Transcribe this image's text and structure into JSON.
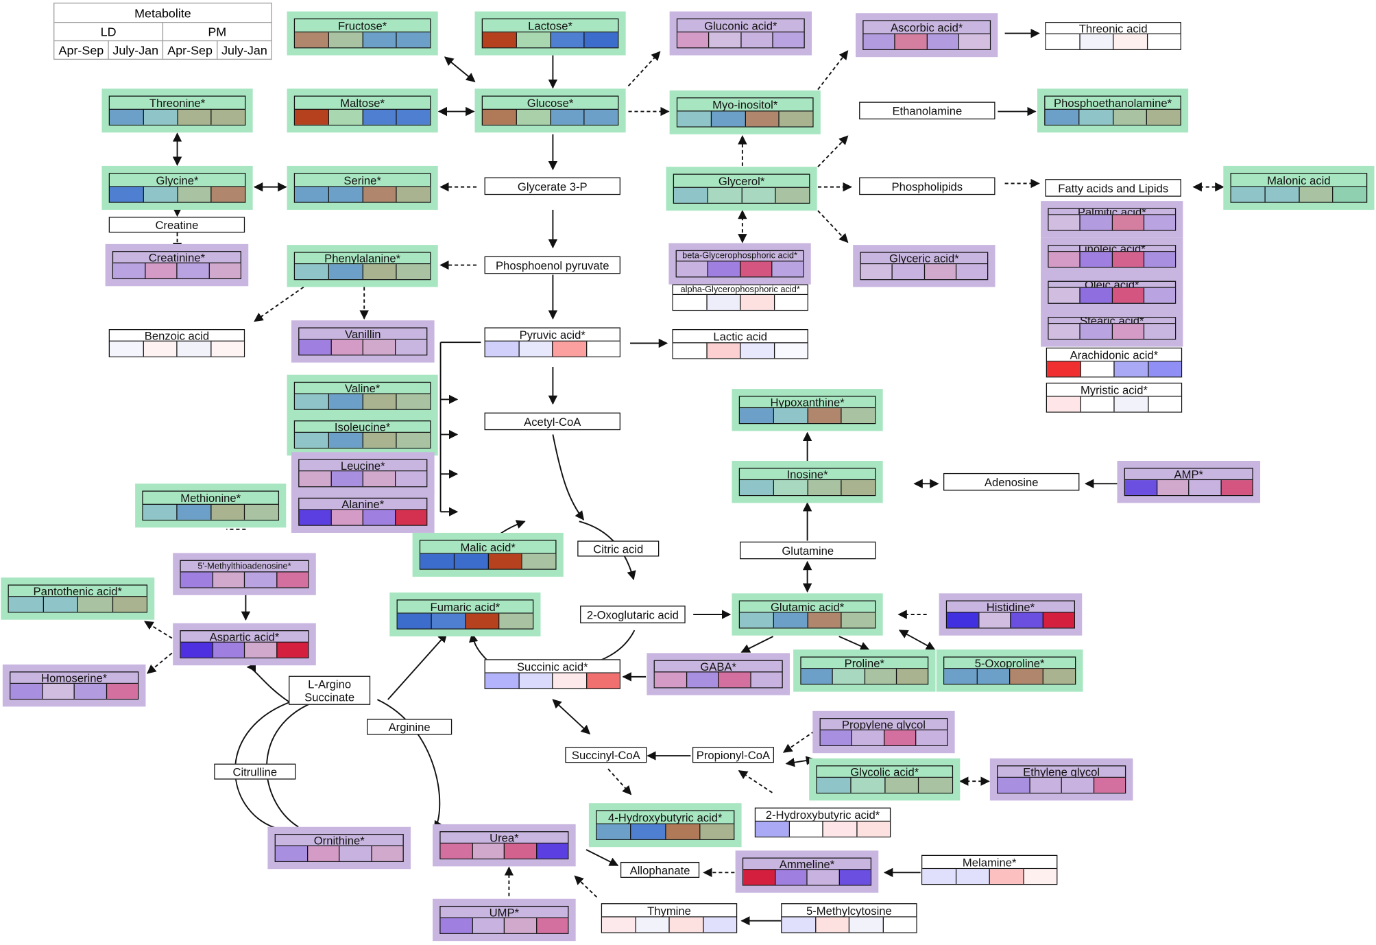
{
  "legend": {
    "title": "Metabolite",
    "groups": [
      "LD",
      "PM"
    ],
    "periods": [
      "Apr-Sep",
      "July-Jan",
      "Apr-Sep",
      "July-Jan"
    ]
  },
  "metabolites": [
    {
      "id": "fructose",
      "name": "Fructose*",
      "bg": "green",
      "cells": [
        "#b0876c",
        "#a9c3a2",
        "#6ca0c8",
        "#6ca0c8"
      ]
    },
    {
      "id": "lactose",
      "name": "Lactose*",
      "bg": "green",
      "cells": [
        "#b5411f",
        "#a9d8b0",
        "#4f7fd0",
        "#3c6ccc"
      ]
    },
    {
      "id": "gluconic",
      "name": "Gluconic acid*",
      "bg": "purple",
      "cells": [
        "#d49bc6",
        "#d1bde0",
        "#c8b3e0",
        "#b9a3e0"
      ]
    },
    {
      "id": "ascorbic",
      "name": "Ascorbic acid*",
      "bg": "purple",
      "cells": [
        "#b39be0",
        "#d47f9f",
        "#b39be0",
        "#d5bfe0"
      ]
    },
    {
      "id": "threonic",
      "name": "Threonic acid",
      "bg": "none",
      "cells": [
        "#ffffff",
        "#f2f2fb",
        "#fff0f0",
        "#ffffff"
      ]
    },
    {
      "id": "threonine",
      "name": "Threonine*",
      "bg": "green",
      "cells": [
        "#6ca0c8",
        "#8fc4c8",
        "#a9b38f",
        "#a9b38f"
      ]
    },
    {
      "id": "maltose",
      "name": "Maltose*",
      "bg": "green",
      "cells": [
        "#b5411f",
        "#a9d8b0",
        "#4f7fd0",
        "#4f7fd0"
      ]
    },
    {
      "id": "glucose",
      "name": "Glucose*",
      "bg": "green",
      "cells": [
        "#b07a58",
        "#a9d0a9",
        "#6ca0c8",
        "#6ca0c8"
      ]
    },
    {
      "id": "myoinositol",
      "name": "Myo-inositol*",
      "bg": "green",
      "cells": [
        "#8fc4c8",
        "#6ca0c8",
        "#b0876c",
        "#a9b38f"
      ]
    },
    {
      "id": "phosphoethanolamine",
      "name": "Phosphoethanolamine*",
      "bg": "green",
      "cells": [
        "#6ca0c8",
        "#8fc4c8",
        "#a9c3a2",
        "#a9b38f"
      ]
    },
    {
      "id": "glycine",
      "name": "Glycine*",
      "bg": "green",
      "cells": [
        "#4f7fd0",
        "#8fc4c8",
        "#a9c3a2",
        "#b0876c"
      ]
    },
    {
      "id": "serine",
      "name": "Serine*",
      "bg": "green",
      "cells": [
        "#6ca0c8",
        "#6ca0c8",
        "#b0876c",
        "#a9b38f"
      ]
    },
    {
      "id": "glycerol",
      "name": "Glycerol*",
      "bg": "green",
      "cells": [
        "#8fc4c8",
        "#a9d8c0",
        "#a9d8c0",
        "#a9c3a2"
      ]
    },
    {
      "id": "malonic",
      "name": "Malonic acid",
      "bg": "green",
      "cells": [
        "#8fc4c8",
        "#8fc4c8",
        "#a9c3a2",
        "#8fd0b0"
      ]
    },
    {
      "id": "palmitic",
      "name": "Palmitic acid*",
      "bg": "purple",
      "cells": [
        "#d1bde0",
        "#b39be0",
        "#d47f9f",
        "#b9a3e0"
      ]
    },
    {
      "id": "linoleic",
      "name": "Linoleic acid*",
      "bg": "purple",
      "cells": [
        "#d49bc6",
        "#9f7fe0",
        "#d4628f",
        "#a98fe0"
      ]
    },
    {
      "id": "oleic",
      "name": "Oleic acid*",
      "bg": "purple",
      "cells": [
        "#d1bde0",
        "#8f6fe0",
        "#d4557f",
        "#b9a3e0"
      ]
    },
    {
      "id": "stearic",
      "name": "Stearic acid*",
      "bg": "purple",
      "cells": [
        "#d1bde0",
        "#b9a3e0",
        "#d49bc6",
        "#c9b6e0"
      ]
    },
    {
      "id": "arachidonic",
      "name": "Arachidonic acid*",
      "bg": "none",
      "cells": [
        "#f03030",
        "#ffffff",
        "#a9a9f5",
        "#8f8ff5"
      ]
    },
    {
      "id": "myristic",
      "name": "Myristic acid*",
      "bg": "none",
      "cells": [
        "#fde5e8",
        "#ffffff",
        "#f2f2fb",
        "#ffffff"
      ]
    },
    {
      "id": "creatinine",
      "name": "Creatinine*",
      "bg": "purple",
      "cells": [
        "#b9a3e0",
        "#d49bc6",
        "#b9a3e0",
        "#d1a9cc"
      ]
    },
    {
      "id": "phenylalanine",
      "name": "Phenylalanine*",
      "bg": "green",
      "cells": [
        "#8fc4c8",
        "#6ca0c8",
        "#a9b38f",
        "#a9c3a2"
      ]
    },
    {
      "id": "betagp",
      "name": "beta-Glycerophosphoric acid*",
      "bg": "purple",
      "cells": [
        "#c8b3e0",
        "#9f7fe0",
        "#d4557f",
        "#b9a3e0"
      ]
    },
    {
      "id": "alphagp",
      "name": "alpha-Glycerophosphoric acid*",
      "bg": "none",
      "cells": [
        "#ffffff",
        "#eeeefb",
        "#fde0e0",
        "#ffffff"
      ]
    },
    {
      "id": "glyceric",
      "name": "Glyceric acid*",
      "bg": "purple",
      "cells": [
        "#d1bde0",
        "#c8b3e0",
        "#d1a9cc",
        "#c8b3e0"
      ]
    },
    {
      "id": "benzoic",
      "name": "Benzoic acid",
      "bg": "none",
      "cells": [
        "#f5f5fe",
        "#fff2f2",
        "#f2f2fb",
        "#fff4f4"
      ]
    },
    {
      "id": "vanillin",
      "name": "Vanillin",
      "bg": "purple",
      "cells": [
        "#9f7fe0",
        "#d49bc6",
        "#d1a9cc",
        "#c9b6e0"
      ]
    },
    {
      "id": "pyruvic",
      "name": "Pyruvic acid*",
      "bg": "none",
      "cells": [
        "#d0d0fb",
        "#e8e8fd",
        "#fb9f9f",
        "#ffffff"
      ]
    },
    {
      "id": "lactic",
      "name": "Lactic acid",
      "bg": "none",
      "cells": [
        "#ffffff",
        "#fcd0d0",
        "#e8e8fd",
        "#f8f8ff"
      ]
    },
    {
      "id": "valine",
      "name": "Valine*",
      "bg": "green",
      "cells": [
        "#8fc4c8",
        "#6ca0c8",
        "#a9b38f",
        "#a9c3a2"
      ]
    },
    {
      "id": "isoleucine",
      "name": "Isoleucine*",
      "bg": "green",
      "cells": [
        "#8fc4c8",
        "#6ca0c8",
        "#a9b38f",
        "#a9c3a2"
      ]
    },
    {
      "id": "leucine",
      "name": "Leucine*",
      "bg": "purple",
      "cells": [
        "#d1a9cc",
        "#a98fe0",
        "#d1a9cc",
        "#c8b3e0"
      ]
    },
    {
      "id": "alanine",
      "name": "Alanine*",
      "bg": "purple",
      "cells": [
        "#5c3fe0",
        "#d49bc6",
        "#9f7fe0",
        "#d4304f"
      ]
    },
    {
      "id": "hypoxanthine",
      "name": "Hypoxanthine*",
      "bg": "green",
      "cells": [
        "#6ca0c8",
        "#8fc4c8",
        "#b0876c",
        "#a9c3a2"
      ]
    },
    {
      "id": "methionine",
      "name": "Methionine*",
      "bg": "green",
      "cells": [
        "#8fc4c8",
        "#6ca0c8",
        "#a9b38f",
        "#a9c3a2"
      ]
    },
    {
      "id": "inosine",
      "name": "Inosine*",
      "bg": "green",
      "cells": [
        "#8fc4c8",
        "#a9d8c0",
        "#a9c3a2",
        "#a9b38f"
      ]
    },
    {
      "id": "amp",
      "name": "AMP*",
      "bg": "purple",
      "cells": [
        "#6a4fe0",
        "#d1a9cc",
        "#c8b3e0",
        "#d4557f"
      ]
    },
    {
      "id": "methylthioadenosine",
      "name": "5'-Methylthioadenosine*",
      "bg": "purple",
      "cells": [
        "#9f7fe0",
        "#d1a9cc",
        "#b9a3e0",
        "#d4709f"
      ]
    },
    {
      "id": "malic",
      "name": "Malic acid*",
      "bg": "green",
      "cells": [
        "#3c6ccc",
        "#3c6ccc",
        "#b5411f",
        "#a9c3a2"
      ]
    },
    {
      "id": "pantothenic",
      "name": "Pantothenic acid*",
      "bg": "green",
      "cells": [
        "#8fc4c8",
        "#8fc4c8",
        "#a9c3a2",
        "#a9b38f"
      ]
    },
    {
      "id": "fumaric",
      "name": "Fumaric acid*",
      "bg": "green",
      "cells": [
        "#3c6ccc",
        "#4f7fd0",
        "#b5411f",
        "#a9c3a2"
      ]
    },
    {
      "id": "glutamic",
      "name": "Glutamic acid*",
      "bg": "green",
      "cells": [
        "#8fc4c8",
        "#6ca0c8",
        "#b0876c",
        "#a9c3a2"
      ]
    },
    {
      "id": "histidine",
      "name": "Histidine*",
      "bg": "purple",
      "cells": [
        "#4030e0",
        "#d1bde0",
        "#6a4fe0",
        "#d41f3f"
      ]
    },
    {
      "id": "aspartic",
      "name": "Aspartic acid*",
      "bg": "purple",
      "cells": [
        "#4f30e0",
        "#9f7fe0",
        "#d1a9cc",
        "#d41f3f"
      ]
    },
    {
      "id": "succinic",
      "name": "Succinic acid*",
      "bg": "none",
      "cells": [
        "#b3b3fb",
        "#dadafd",
        "#fde9e9",
        "#f07070"
      ]
    },
    {
      "id": "gaba",
      "name": "GABA*",
      "bg": "purple",
      "cells": [
        "#d49bc6",
        "#a98fe0",
        "#d4709f",
        "#c8b3e0"
      ]
    },
    {
      "id": "proline",
      "name": "Proline*",
      "bg": "green",
      "cells": [
        "#6ca0c8",
        "#a9d8c0",
        "#a9c3a2",
        "#a9b38f"
      ]
    },
    {
      "id": "oxoproline",
      "name": "5-Oxoproline*",
      "bg": "green",
      "cells": [
        "#6ca0c8",
        "#6ca0c8",
        "#b0876c",
        "#a9b38f"
      ]
    },
    {
      "id": "homoserine",
      "name": "Homoserine*",
      "bg": "purple",
      "cells": [
        "#a98fe0",
        "#d1bde0",
        "#b39be0",
        "#d4709f"
      ]
    },
    {
      "id": "propyleneglycol",
      "name": "Propylene glycol",
      "bg": "purple",
      "cells": [
        "#a98fe0",
        "#c8b3e0",
        "#d4709f",
        "#c8b3e0"
      ]
    },
    {
      "id": "glycolic",
      "name": "Glycolic acid*",
      "bg": "green",
      "cells": [
        "#8fc4c8",
        "#a9d8c0",
        "#a9c3a2",
        "#a9c3a2"
      ]
    },
    {
      "id": "ethyleneglycol",
      "name": "Ethylene glycol",
      "bg": "purple",
      "cells": [
        "#a98fe0",
        "#c8b3e0",
        "#c8b3e0",
        "#d4709f"
      ]
    },
    {
      "id": "hydroxybutyric4",
      "name": "4-Hydroxybutyric acid*",
      "bg": "green",
      "cells": [
        "#6ca0c8",
        "#4f7fd0",
        "#b07a58",
        "#a9b38f"
      ]
    },
    {
      "id": "hydroxybutyric2",
      "name": "2-Hydroxybutyric acid*",
      "bg": "none",
      "cells": [
        "#a9a9f5",
        "#ffffff",
        "#fde5e8",
        "#fde0e0"
      ]
    },
    {
      "id": "ornithine",
      "name": "Ornithine*",
      "bg": "purple",
      "cells": [
        "#a98fe0",
        "#d49bc6",
        "#c8b3e0",
        "#d1a9cc"
      ]
    },
    {
      "id": "urea",
      "name": "Urea*",
      "bg": "purple",
      "cells": [
        "#d4709f",
        "#d1a9cc",
        "#d4628f",
        "#5c3fe0"
      ]
    },
    {
      "id": "ammeline",
      "name": "Ammeline*",
      "bg": "purple",
      "cells": [
        "#d41f3f",
        "#9f7fe0",
        "#c8b3e0",
        "#6a4fe0"
      ]
    },
    {
      "id": "melamine",
      "name": "Melamine*",
      "bg": "none",
      "cells": [
        "#e0e0fd",
        "#e0e0fd",
        "#fcc0c0",
        "#fff0f0"
      ]
    },
    {
      "id": "ump",
      "name": "UMP*",
      "bg": "purple",
      "cells": [
        "#9f7fe0",
        "#c8b3e0",
        "#d1a9cc",
        "#d4709f"
      ]
    },
    {
      "id": "thymine",
      "name": "Thymine",
      "bg": "none",
      "cells": [
        "#fde9ec",
        "#f2f2fb",
        "#fde0e0",
        "#e0e0fd"
      ]
    },
    {
      "id": "methylcytosine",
      "name": "5-Methylcytosine",
      "bg": "none",
      "cells": [
        "#e0e0fd",
        "#fde0e0",
        "#f2f2fb",
        "#ffffff"
      ]
    }
  ],
  "nodes": [
    {
      "id": "ethanolamine",
      "label": "Ethanolamine"
    },
    {
      "id": "creatine",
      "label": "Creatine"
    },
    {
      "id": "glycerate3p",
      "label": "Glycerate 3-P"
    },
    {
      "id": "phospholipids",
      "label": "Phospholipids"
    },
    {
      "id": "fattyacids",
      "label": "Fatty acids and Lipids"
    },
    {
      "id": "pep",
      "label": "Phosphoenol pyruvate"
    },
    {
      "id": "acetylcoa",
      "label": "Acetyl-CoA"
    },
    {
      "id": "adenosine",
      "label": "Adenosine"
    },
    {
      "id": "citric",
      "label": "Citric acid"
    },
    {
      "id": "glutamine",
      "label": "Glutamine"
    },
    {
      "id": "oxoglutaric",
      "label": "2-Oxoglutaric acid"
    },
    {
      "id": "larginosuccinate",
      "label": "L-Argino Succinate"
    },
    {
      "id": "arginine",
      "label": "Arginine"
    },
    {
      "id": "citrulline",
      "label": "Citrulline"
    },
    {
      "id": "succinylcoa",
      "label": "Succinyl-CoA"
    },
    {
      "id": "propionylcoa",
      "label": "Propionyl-CoA"
    },
    {
      "id": "allophanate",
      "label": "Allophanate"
    }
  ]
}
